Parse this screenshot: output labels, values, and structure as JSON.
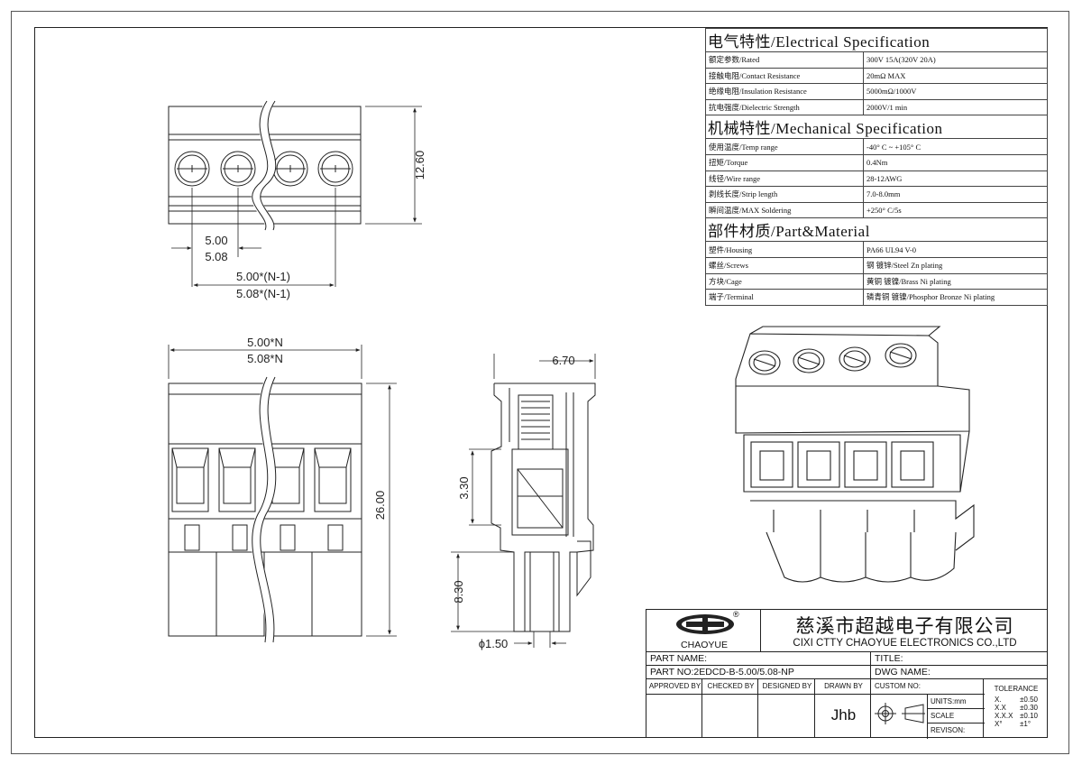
{
  "spec_table": {
    "sections": [
      {
        "header": "电气特性/Electrical Specification",
        "rows": [
          [
            "额定参数/Rated",
            "300V  15A(320V  20A)"
          ],
          [
            "接触电阻/Contact Resistance",
            "20mΩ MAX"
          ],
          [
            "绝缘电阻/Insulation Resistance",
            "5000mΩ/1000V"
          ],
          [
            "抗电强度/Dielectric Strength",
            "2000V/1 min"
          ]
        ]
      },
      {
        "header": "机械特性/Mechanical Specification",
        "rows": [
          [
            "使用温度/Temp range",
            "-40° C ~ +105° C"
          ],
          [
            "扭矩/Torque",
            "0.4Nm"
          ],
          [
            "线径/Wire range",
            "28-12AWG"
          ],
          [
            "剥线长度/Strip length",
            "7.0-8.0mm"
          ],
          [
            "瞬间温度/MAX Soldering",
            "+250° C/5s"
          ]
        ]
      },
      {
        "header": "部件材质/Part&Material",
        "rows": [
          [
            "塑件/Housing",
            "PA66 UL94 V-0"
          ],
          [
            "螺丝/Screws",
            "钢 镀锌/Steel Zn plating"
          ],
          [
            "方块/Cage",
            "黄铜 镀镍/Brass Ni plating"
          ],
          [
            "端子/Terminal",
            "磷青铜 镀镍/Phosphor Bronze Ni plating"
          ]
        ]
      }
    ]
  },
  "dimensions": {
    "top_height": "12.60",
    "pitch_a": "5.00",
    "pitch_b": "5.08",
    "span_a": "5.00*(N-1)",
    "span_b": "5.08*(N-1)",
    "width_a": "5.00*N",
    "width_b": "5.08*N",
    "front_height": "26.00",
    "side_depth": "6.70",
    "side_a": "3.30",
    "side_b": "8.30",
    "pin_dia": "ϕ1.50"
  },
  "title_block": {
    "logo_text": "CHAOYUE",
    "registered_mark": "®",
    "company_cn": "慈溪市超越电子有限公司",
    "company_en": "CIXI CTTY CHAOYUE ELECTRONICS CO.,LTD",
    "part_name_label": "PART NAME:",
    "title_label": "TITLE:",
    "part_no": "PART NO:2EDCD-B-5.00/5.08-NP",
    "dwg_name_label": "DWG NAME:",
    "approved_by": "APPROVED BY",
    "checked_by": "CHECKED BY",
    "designed_by": "DESIGNED BY",
    "drawn_by": "DRAWN BY",
    "drawn_by_value": "Jhb",
    "custom_no": "CUSTOM NO:",
    "units": "UNITS:mm",
    "scale": "SCALE",
    "revision": "REVISON:",
    "tolerance_label": "TOLERANCE",
    "tolerances": [
      [
        "X.",
        "±0.50"
      ],
      [
        "X.X",
        "±0.30"
      ],
      [
        "X.X.X",
        "±0.10"
      ],
      [
        "X°",
        "±1°"
      ]
    ]
  },
  "colors": {
    "line": "#222222",
    "paper": "#ffffff"
  }
}
